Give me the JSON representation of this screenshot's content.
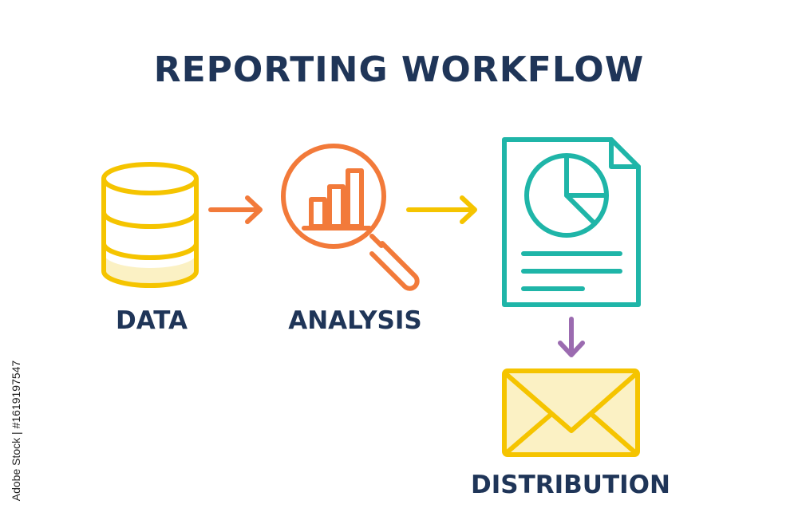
{
  "title": "REPORTING WORKFLOW",
  "steps": [
    {
      "label": "DATA",
      "icon": "database-icon",
      "color": "#f5c400"
    },
    {
      "label": "ANALYSIS",
      "icon": "magnifier-chart-icon",
      "color": "#f27a3a"
    },
    {
      "label": "",
      "icon": "report-document-icon",
      "color": "#1fb5a8"
    },
    {
      "label": "DISTRIBUTION",
      "icon": "envelope-icon",
      "color": "#f5c400"
    }
  ],
  "arrows": [
    {
      "from": "DATA",
      "to": "ANALYSIS",
      "color": "#f27a3a"
    },
    {
      "from": "ANALYSIS",
      "to": "report",
      "color": "#f5c400"
    },
    {
      "from": "report",
      "to": "DISTRIBUTION",
      "color": "#9b6bb0"
    }
  ],
  "watermark_id": "Adobe Stock | #1619197547"
}
